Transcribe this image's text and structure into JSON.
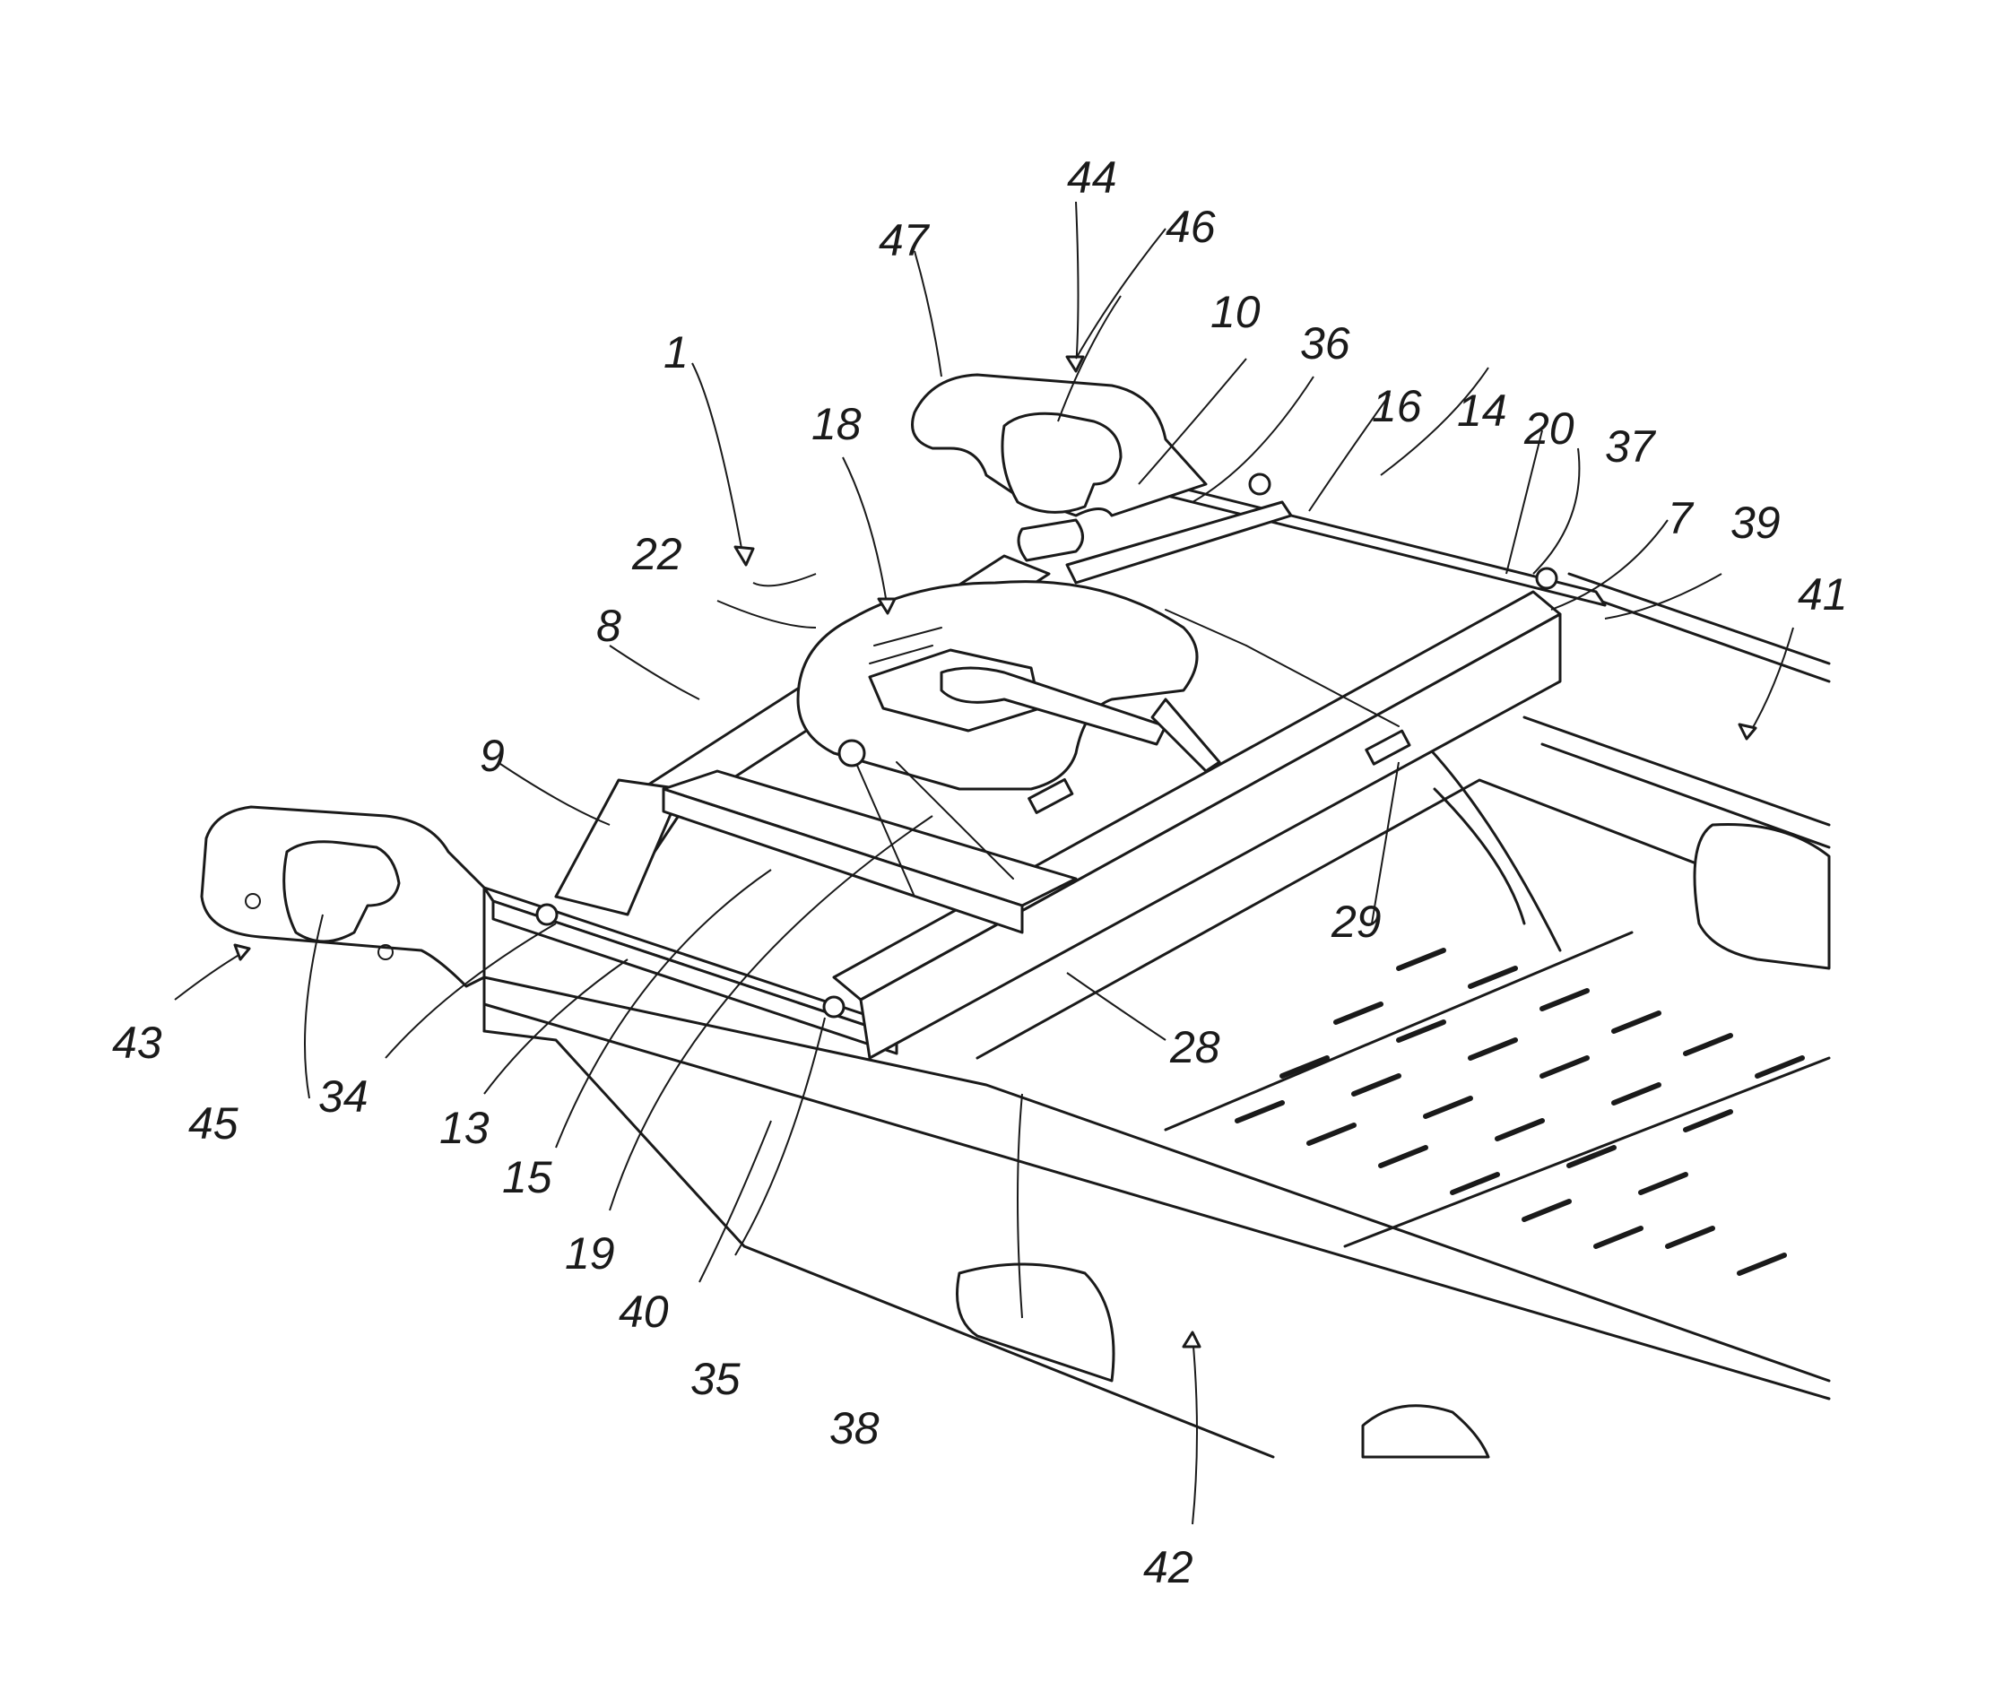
{
  "figure": {
    "labels": [
      {
        "id": "ref-1",
        "text": "1"
      },
      {
        "id": "ref-7",
        "text": "7"
      },
      {
        "id": "ref-8",
        "text": "8"
      },
      {
        "id": "ref-9",
        "text": "9"
      },
      {
        "id": "ref-10",
        "text": "10"
      },
      {
        "id": "ref-13",
        "text": "13"
      },
      {
        "id": "ref-14",
        "text": "14"
      },
      {
        "id": "ref-15",
        "text": "15"
      },
      {
        "id": "ref-16",
        "text": "16"
      },
      {
        "id": "ref-18",
        "text": "18"
      },
      {
        "id": "ref-19",
        "text": "19"
      },
      {
        "id": "ref-20",
        "text": "20"
      },
      {
        "id": "ref-22",
        "text": "22"
      },
      {
        "id": "ref-28",
        "text": "28"
      },
      {
        "id": "ref-29",
        "text": "29"
      },
      {
        "id": "ref-34",
        "text": "34"
      },
      {
        "id": "ref-35",
        "text": "35"
      },
      {
        "id": "ref-36",
        "text": "36"
      },
      {
        "id": "ref-37",
        "text": "37"
      },
      {
        "id": "ref-38",
        "text": "38"
      },
      {
        "id": "ref-39",
        "text": "39"
      },
      {
        "id": "ref-40",
        "text": "40"
      },
      {
        "id": "ref-41",
        "text": "41"
      },
      {
        "id": "ref-42",
        "text": "42"
      },
      {
        "id": "ref-43",
        "text": "43"
      },
      {
        "id": "ref-44",
        "text": "44"
      },
      {
        "id": "ref-45",
        "text": "45"
      },
      {
        "id": "ref-46",
        "text": "46"
      },
      {
        "id": "ref-47",
        "text": "47"
      }
    ]
  }
}
